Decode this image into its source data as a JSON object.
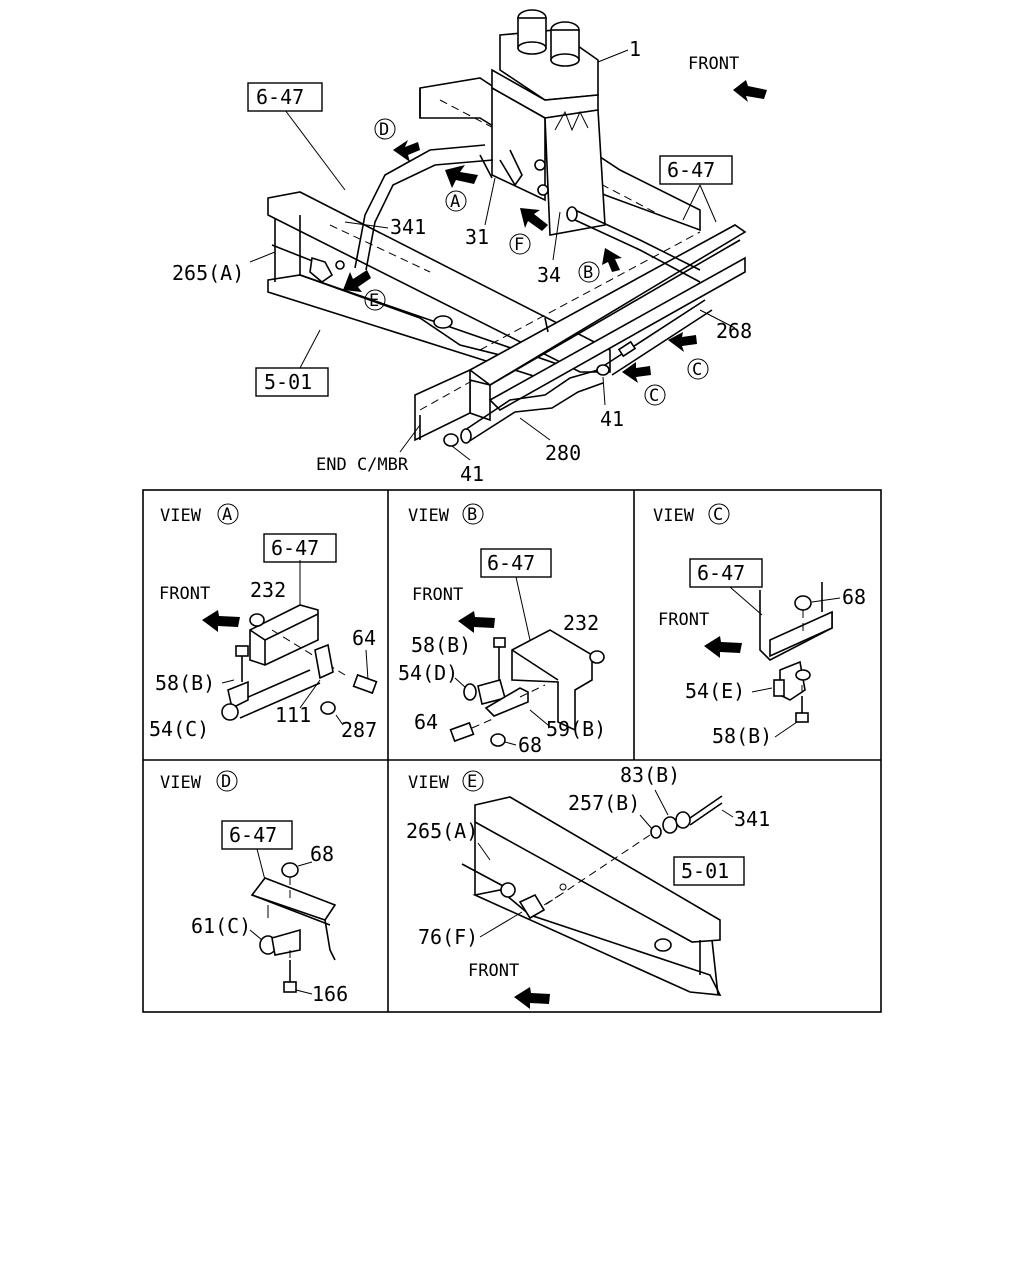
{
  "main_diagram": {
    "front_label": "FRONT",
    "callouts": {
      "tank": "1",
      "ref_6_47_left": "6-47",
      "ref_6_47_right": "6-47",
      "ref_5_01": "5-01",
      "hose_341": "341",
      "hose_31": "31",
      "hose_34": "34",
      "bracket_265a": "265(A)",
      "pipe_268": "268",
      "clamp_41_upper": "41",
      "clamp_41_lower": "41",
      "hose_280": "280",
      "end_cmbr": "END C/MBR"
    },
    "view_markers": {
      "a": "A",
      "b": "B",
      "c1": "C",
      "c2": "C",
      "d": "D",
      "e": "E",
      "f": "F"
    }
  },
  "views": {
    "a": {
      "title": "VIEW",
      "letter": "A",
      "front": "FRONT",
      "ref": "6-47",
      "p232": "232",
      "p64": "64",
      "p58b": "58(B)",
      "p54c": "54(C)",
      "p111": "111",
      "p287": "287"
    },
    "b": {
      "title": "VIEW",
      "letter": "B",
      "front": "FRONT",
      "ref": "6-47",
      "p232": "232",
      "p58b": "58(B)",
      "p54d": "54(D)",
      "p64": "64",
      "p68": "68",
      "p59b": "59(B)"
    },
    "c": {
      "title": "VIEW",
      "letter": "C",
      "front": "FRONT",
      "ref": "6-47",
      "p68": "68",
      "p54e": "54(E)",
      "p58b": "58(B)"
    },
    "d": {
      "title": "VIEW",
      "letter": "D",
      "ref": "6-47",
      "p68": "68",
      "p61c": "61(C)",
      "p166": "166"
    },
    "e": {
      "title": "VIEW",
      "letter": "E",
      "front": "FRONT",
      "ref": "5-01",
      "p83b": "83(B)",
      "p257b": "257(B)",
      "p341": "341",
      "p265a": "265(A)",
      "p76f": "76(F)"
    }
  }
}
